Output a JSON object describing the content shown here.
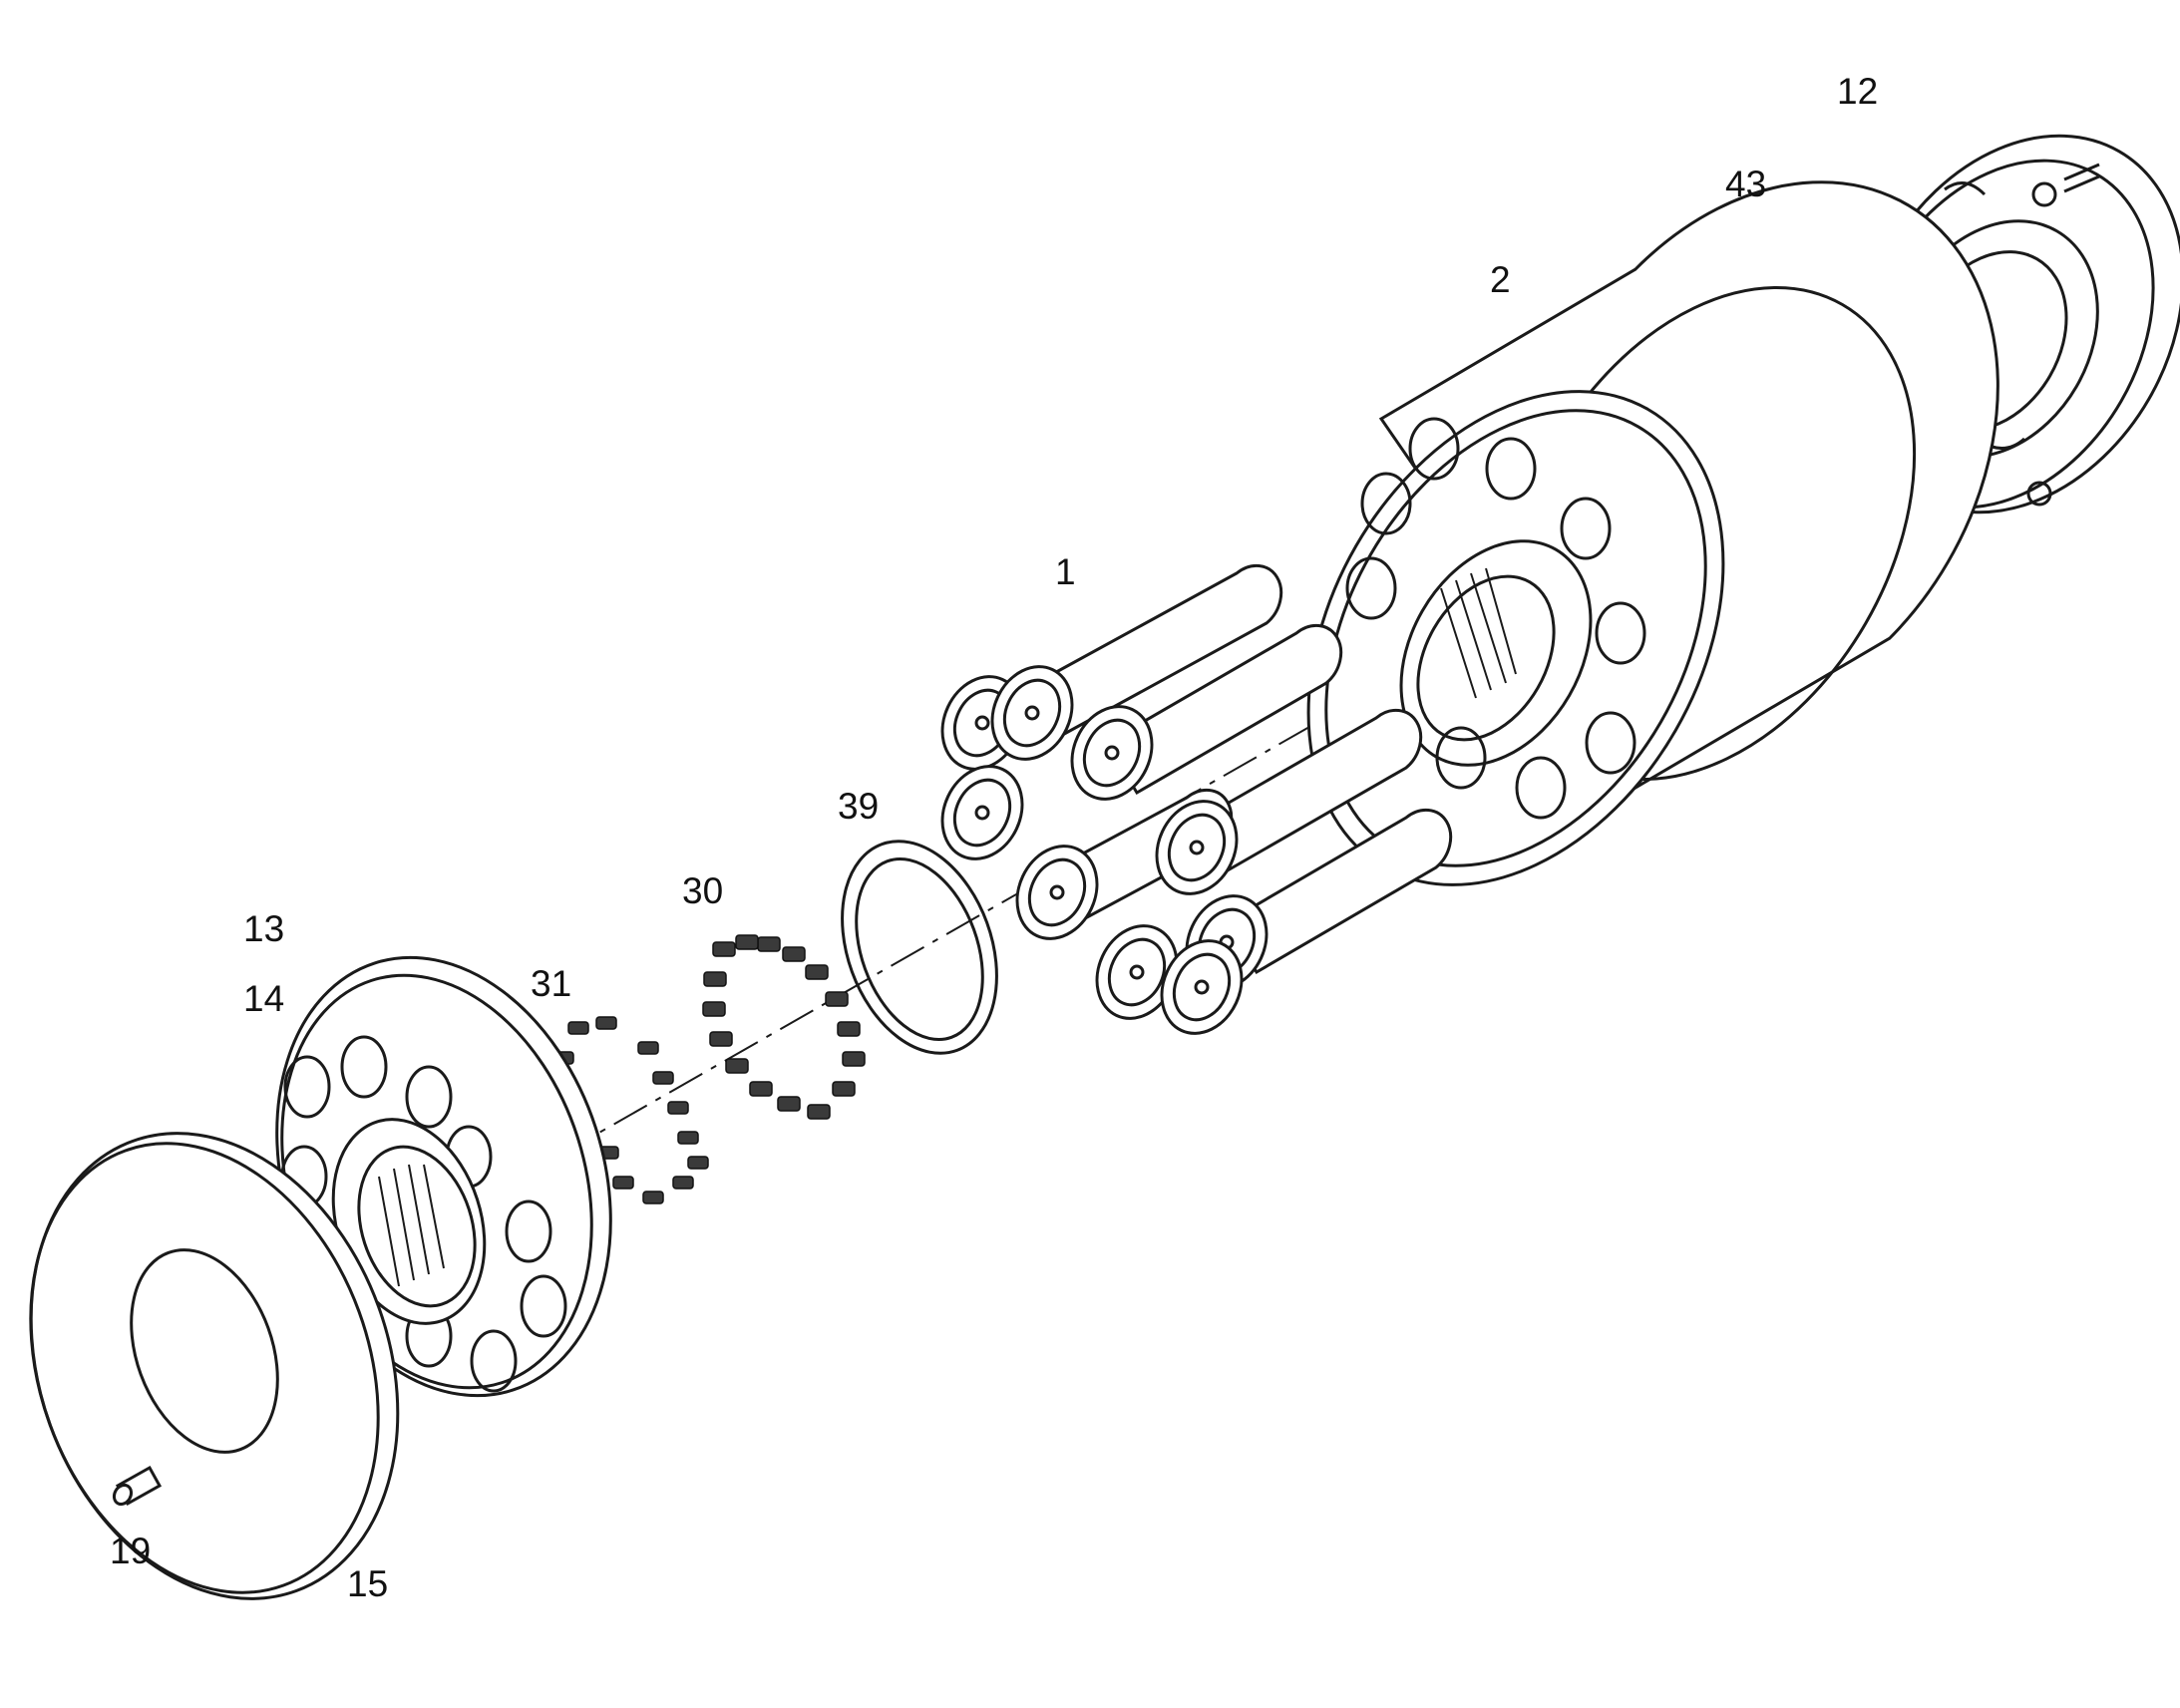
{
  "callouts": {
    "c12": "12",
    "c43": "43",
    "c2": "2",
    "c1": "1",
    "c39": "39",
    "c30": "30",
    "c13": "13",
    "c14": "14",
    "c31": "31",
    "c19": "19",
    "c15": "15"
  },
  "colors": {
    "line": "#1a1a1a",
    "background": "#ffffff"
  }
}
